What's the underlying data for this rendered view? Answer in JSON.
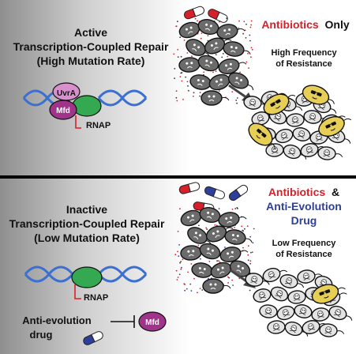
{
  "top_panel": {
    "heading_lines": [
      "Active",
      "Transcription-Coupled Repair",
      "(High Mutation Rate)"
    ],
    "protein_labels": {
      "uvra": "UvrA",
      "mfd": "Mfd",
      "rnap": "RNAP"
    },
    "condition": {
      "antibiotics": "Antibiotics",
      "suffix": "Only"
    },
    "outcome_lines": [
      "High Frequency",
      "of Resistance"
    ]
  },
  "bottom_panel": {
    "heading_lines": [
      "Inactive",
      "Transcription-Coupled Repair",
      "(Low Mutation Rate)"
    ],
    "protein_labels": {
      "rnap": "RNAP",
      "mfd": "Mfd"
    },
    "condition": {
      "antibiotics": "Antibiotics",
      "amp": "&",
      "drug_line1": "Anti-Evolution",
      "drug_line2": "Drug"
    },
    "outcome_lines": [
      "Low Frequency",
      "of Resistance"
    ],
    "inhibitor_lines": [
      "Anti-evolution",
      "drug"
    ]
  },
  "colors": {
    "antibiotic_red": "#d6202a",
    "drug_blue": "#2e3f9a",
    "dna_blue": "#3b6fd0",
    "rnap_green": "#35a852",
    "mfd_purple": "#a0338a",
    "uvra_purple": "#d790cd",
    "resistant_yellow": "#e7cf55",
    "bacteria_gray": "#6b6b6b",
    "dead_bacteria": "#e4e4e4",
    "divider": "#000000"
  },
  "icons": [
    "capsule-icon",
    "dna-helix-icon",
    "inhibition-arrow-icon",
    "process-arrow-icon",
    "bacterium-icon",
    "skull-icon",
    "sunglasses-icon"
  ]
}
